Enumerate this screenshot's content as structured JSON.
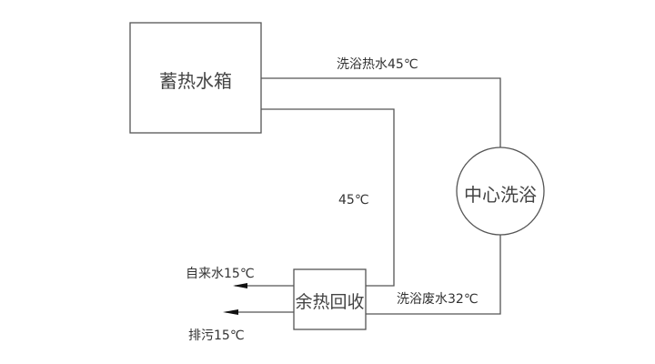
{
  "nodes": {
    "storage_tank": "蓄热水箱",
    "central_bath": "中心洗浴",
    "heat_recovery": "余热回收"
  },
  "flows": {
    "hot_bath_water": "洗浴热水45℃",
    "return_45": "45℃",
    "tap_water": "自来水15℃",
    "drain": "排污15℃",
    "waste_water": "洗浴废水32℃"
  },
  "line_color": "#555555"
}
